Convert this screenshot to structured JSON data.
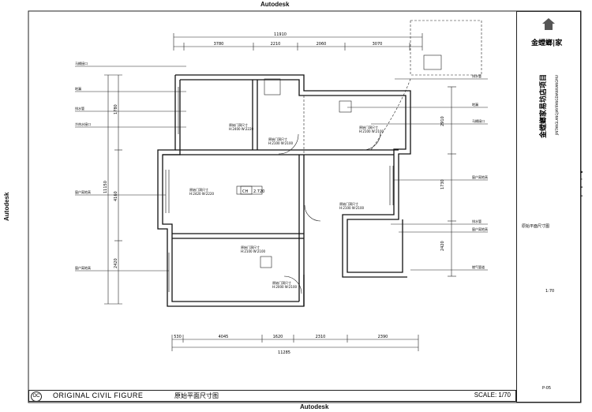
{
  "watermark": "Autodesk",
  "title": {
    "badge": "OC",
    "en": "ORIGINAL CIVIL FIGURE",
    "cn": "原始平面尺寸图",
    "scale": "SCALE: 1/70"
  },
  "dimensions": {
    "top_total": "11910",
    "top": [
      "3780",
      "2210",
      "2060",
      "3070"
    ],
    "bottom_total": "11285",
    "bottom": [
      "530",
      "4045",
      "1620",
      "2310",
      "2390"
    ],
    "left": [
      "1780",
      "4160",
      "2420",
      "11150"
    ],
    "right": [
      "2910",
      "1730",
      "2420"
    ]
  },
  "rooms": [
    {
      "label": "原始门洞尺寸",
      "value": "H:2420 W:2220"
    },
    {
      "label": "原始门洞尺寸",
      "value": "H:2400 W:2220"
    },
    {
      "label": "原始门洞尺寸",
      "value": "H:2100 W:2100"
    },
    {
      "label": "原始门洞尺寸",
      "value": "H:2100 W:2100"
    },
    {
      "label": "原始门洞尺寸",
      "value": "H:2100 W:2100"
    },
    {
      "label": "原始门洞尺寸",
      "value": "H:2100 W:2100"
    },
    {
      "label": "原始门洞尺寸",
      "value": "H:2000 W:2100"
    }
  ],
  "ceiling_tag": {
    "code": "CH",
    "value": "2.720"
  },
  "callouts_left": [
    "马桶接口",
    "地漏",
    "排水管",
    "冷热水接口",
    "窗户离地高",
    "窗户离地高"
  ],
  "callouts_right": [
    "排水管",
    "地漏",
    "马桶接口",
    "窗户离地高",
    "排水管",
    "窗户离地高",
    "燃气管道"
  ],
  "panel": {
    "brand": "金螳螂|家",
    "project_title": "金螳螂家易坊店项目",
    "project_en": "JINTANGLANGJIAYIFANGDIANXIANGMU",
    "drawing_name": "原始平面尺寸图",
    "scale_value": "1:70",
    "sheet_no": "P-05"
  }
}
